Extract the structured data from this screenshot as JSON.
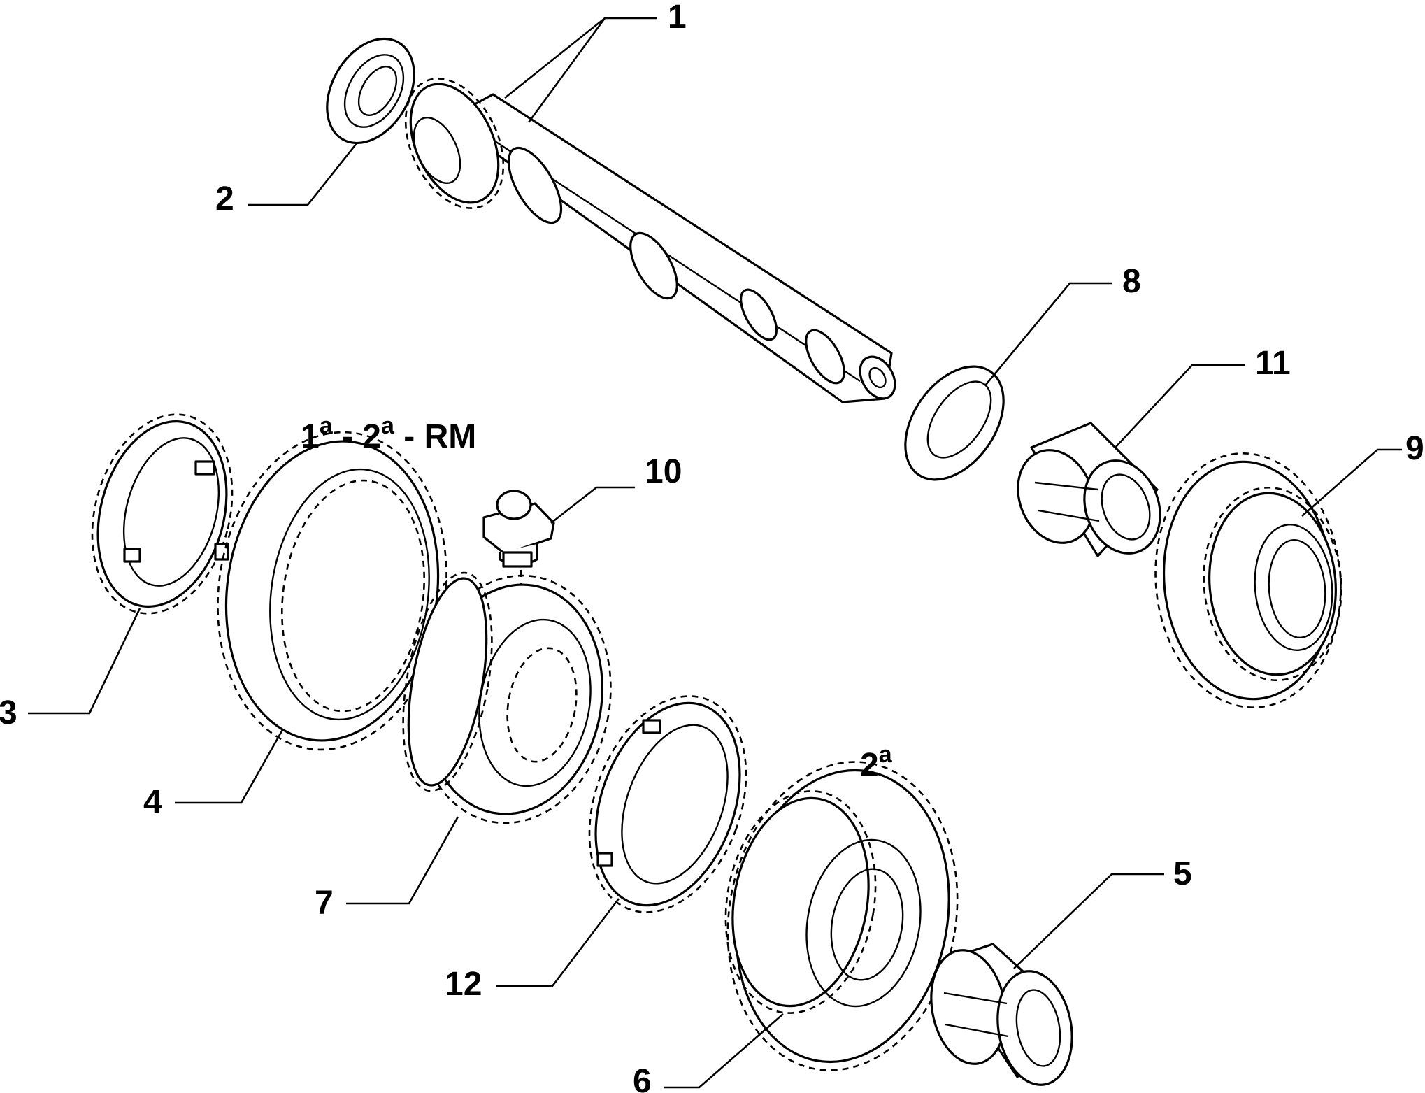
{
  "callouts": {
    "c1": "1",
    "c2": "2",
    "c3": "3",
    "c4": "4",
    "c5": "5",
    "c6": "6",
    "c7": "7",
    "c8": "8",
    "c9": "9",
    "c10": "10",
    "c11": "11",
    "c12": "12"
  },
  "captions": {
    "group": {
      "n1": "1",
      "sup1": "a",
      "sep1": " - ",
      "n2": "2",
      "sup2": "a",
      "sep2": " - ",
      "tail": "RM"
    },
    "second": {
      "n": "2",
      "sup": "a"
    }
  }
}
